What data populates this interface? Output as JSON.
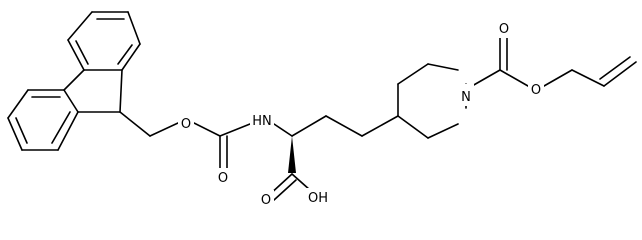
{
  "molecule": {
    "atoms": {
      "o_ester_fmoc": "O",
      "n_amide": "HN",
      "o_carbonyl_fmoc": "O",
      "o_acid_carbonyl": "O",
      "oh_acid": "OH",
      "n_piperidine": "N",
      "o_carbonyl_alloc": "O",
      "o_ester_alloc": "O"
    }
  }
}
